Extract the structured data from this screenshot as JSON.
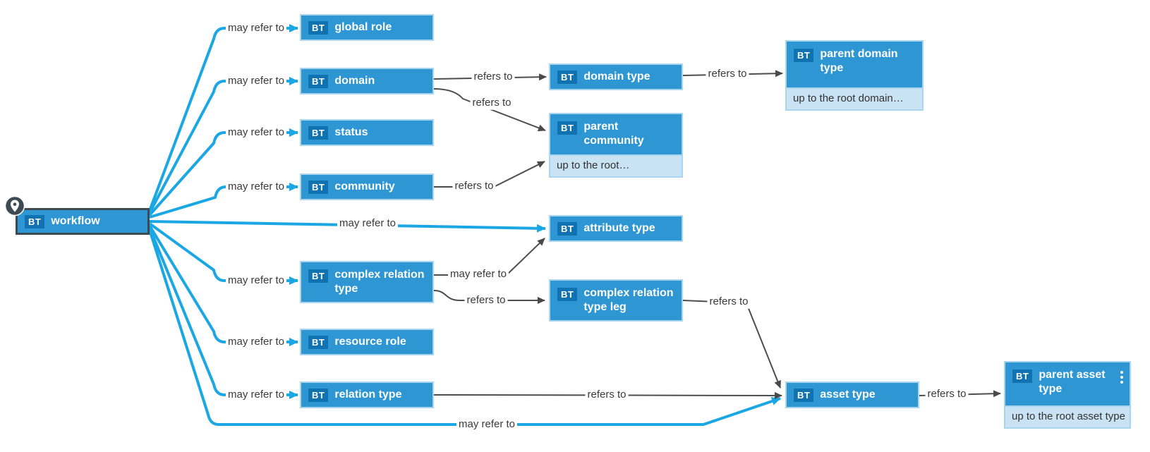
{
  "diagram": {
    "title": "business-term relation diagram",
    "colors": {
      "edge_blue": "#1BA6E4",
      "edge_gray": "#4D4D4D",
      "node_fill": "#2E96D2",
      "node_border": "#A9D5EF",
      "badge_fill": "#1172B2",
      "footer_fill": "#C9E2F4",
      "selected_node_border": "#3D4A52"
    },
    "nodes": {
      "workflow": {
        "badge": "BT",
        "label": "workflow",
        "pinned": true
      },
      "global_role": {
        "badge": "BT",
        "label": "global role"
      },
      "domain": {
        "badge": "BT",
        "label": "domain"
      },
      "status": {
        "badge": "BT",
        "label": "status"
      },
      "community": {
        "badge": "BT",
        "label": "community"
      },
      "attribute_type": {
        "badge": "BT",
        "label": "attribute type"
      },
      "complex_relation_type": {
        "badge": "BT",
        "label": "complex relation type"
      },
      "resource_role": {
        "badge": "BT",
        "label": "resource role"
      },
      "relation_type": {
        "badge": "BT",
        "label": "relation type"
      },
      "domain_type": {
        "badge": "BT",
        "label": "domain type"
      },
      "parent_community": {
        "badge": "BT",
        "label": "parent community",
        "note": "up to the root…"
      },
      "complex_relation_type_leg": {
        "badge": "BT",
        "label": "complex relation type leg"
      },
      "asset_type": {
        "badge": "BT",
        "label": "asset type"
      },
      "parent_domain_type": {
        "badge": "BT",
        "label": "parent domain type",
        "note": "up to the root domain…"
      },
      "parent_asset_type": {
        "badge": "BT",
        "label": "parent asset type",
        "note": "up to the root asset type"
      }
    },
    "edges": [
      {
        "from": "workflow",
        "to": "global_role",
        "label": "may refer to",
        "kind": "blue"
      },
      {
        "from": "workflow",
        "to": "domain",
        "label": "may refer to",
        "kind": "blue"
      },
      {
        "from": "workflow",
        "to": "status",
        "label": "may refer to",
        "kind": "blue"
      },
      {
        "from": "workflow",
        "to": "community",
        "label": "may refer to",
        "kind": "blue"
      },
      {
        "from": "workflow",
        "to": "attribute_type",
        "label": "may refer to",
        "kind": "blue"
      },
      {
        "from": "workflow",
        "to": "complex_relation_type",
        "label": "may refer to",
        "kind": "blue"
      },
      {
        "from": "workflow",
        "to": "resource_role",
        "label": "may refer to",
        "kind": "blue"
      },
      {
        "from": "workflow",
        "to": "relation_type",
        "label": "may refer to",
        "kind": "blue"
      },
      {
        "from": "workflow",
        "to": "asset_type",
        "label": "may refer to",
        "kind": "blue"
      },
      {
        "from": "domain",
        "to": "domain_type",
        "label": "refers to",
        "kind": "gray"
      },
      {
        "from": "domain_type",
        "to": "parent_domain_type",
        "label": "refers to",
        "kind": "gray"
      },
      {
        "from": "domain",
        "to": "parent_community",
        "label": "refers to",
        "kind": "gray"
      },
      {
        "from": "community",
        "to": "parent_community",
        "label": "refers to",
        "kind": "gray"
      },
      {
        "from": "complex_relation_type",
        "to": "attribute_type",
        "label": "may refer to",
        "kind": "gray"
      },
      {
        "from": "complex_relation_type",
        "to": "complex_relation_type_leg",
        "label": "refers to",
        "kind": "gray"
      },
      {
        "from": "complex_relation_type_leg",
        "to": "asset_type",
        "label": "refers to",
        "kind": "gray"
      },
      {
        "from": "relation_type",
        "to": "asset_type",
        "label": "refers to",
        "kind": "gray"
      },
      {
        "from": "asset_type",
        "to": "parent_asset_type",
        "label": "refers to",
        "kind": "gray"
      }
    ]
  }
}
